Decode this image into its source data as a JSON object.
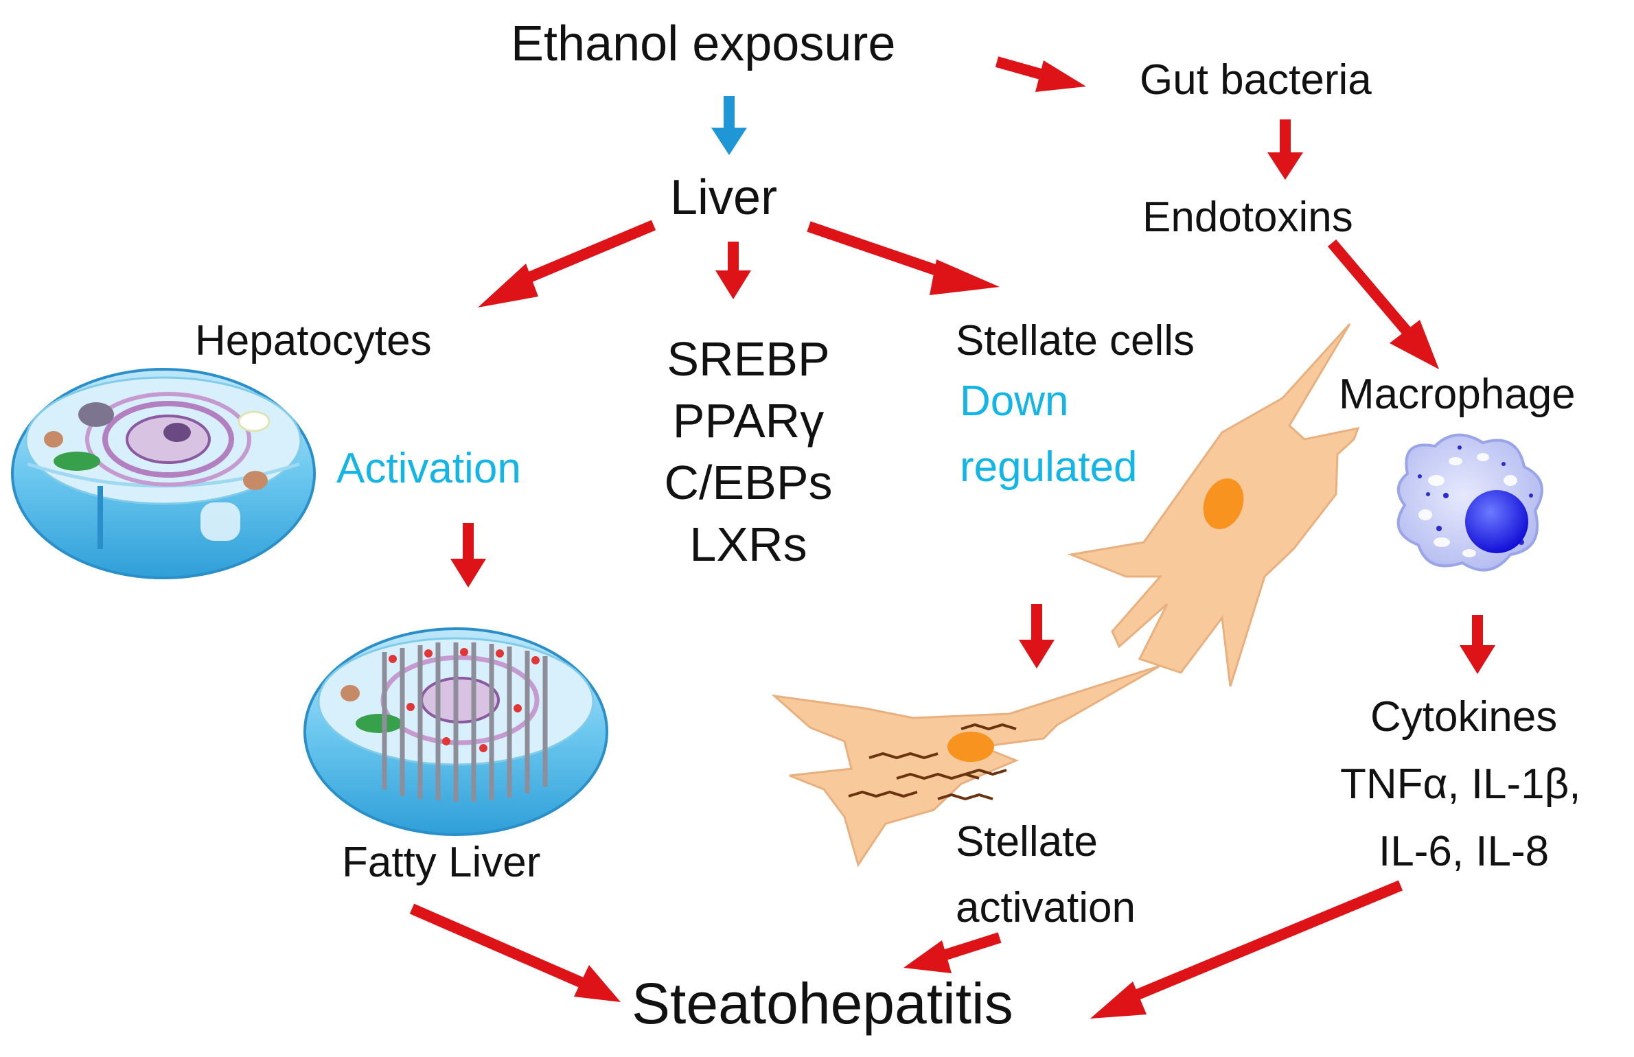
{
  "colors": {
    "arrow_red": "#dd1318",
    "arrow_blue": "#1f97d6",
    "accent_blue_text": "#12b5e6",
    "cell_blue": "#5cc3ee",
    "stellate_orange": "#f8c99a",
    "macrophage_blue": "#c7cdf6"
  },
  "labels": {
    "ethanol": "Ethanol exposure",
    "gut": "Gut bacteria",
    "liver": "Liver",
    "endotoxins": "Endotoxins",
    "hepatocytes": "Hepatocytes",
    "stellate_cells": "Stellate cells",
    "down": "Down",
    "regulated": "regulated",
    "macrophage": "Macrophage",
    "activation": "Activation",
    "fatty_liver": "Fatty Liver",
    "stellate": "Stellate",
    "stellate_activation": "activation",
    "cytokines": "Cytokines",
    "cytokine_list_1": "TNFα, IL-1β,",
    "cytokine_list_2": "IL-6, IL-8",
    "steatohepatitis": "Steatohepatitis"
  },
  "transcription_factors": [
    "SREBP",
    "PPARγ",
    "C/EBPs",
    "LXRs"
  ],
  "icons": {
    "hepatocyte_normal": "hepatocyte-cell-icon",
    "hepatocyte_fatty": "fatty-hepatocyte-cell-icon",
    "stellate_quiescent": "stellate-cell-icon",
    "stellate_activated": "activated-stellate-cell-icon",
    "macrophage": "macrophage-cell-icon"
  }
}
